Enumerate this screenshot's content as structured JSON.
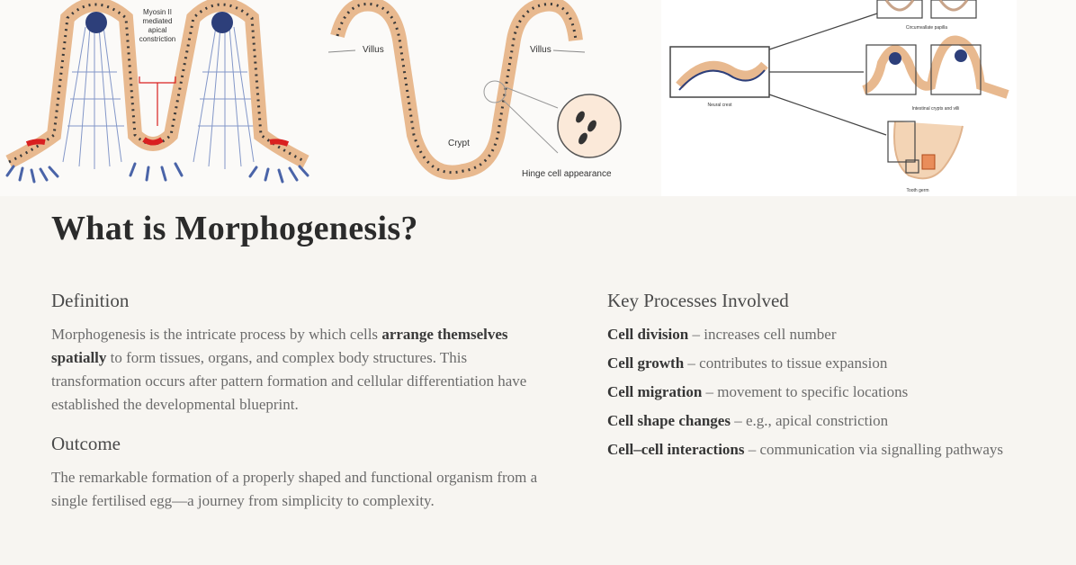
{
  "figures": {
    "fig1": {
      "label_top": "Myosin II",
      "label_mid": "mediated",
      "label_l3": "apical",
      "label_l4": "constriction"
    },
    "fig2": {
      "villus_left": "Villus",
      "villus_right": "Villus",
      "crypt": "Crypt",
      "hinge": "Hinge cell appearance"
    },
    "fig3": {
      "caption_top": "Circumvallate papilla",
      "caption_left": "Neural crest",
      "caption_mid": "Intestinal crypts and villi",
      "caption_bottom": "Tooth germ"
    }
  },
  "page": {
    "title": "What is Morphogenesis?"
  },
  "definition": {
    "heading": "Definition",
    "text_before": "Morphogenesis is the intricate process by which cells ",
    "emphasis": "arrange themselves spatially",
    "text_after": " to form tissues, organs, and complex body structures. This transformation occurs after pattern formation and cellular differentiation have established the developmental blueprint."
  },
  "outcome": {
    "heading": "Outcome",
    "text": "The remarkable formation of a properly shaped and functional organism from a single fertilised egg—a journey from simplicity to complexity."
  },
  "processes": {
    "heading": "Key Processes Involved",
    "items": [
      {
        "term": "Cell division",
        "desc": " – increases cell number"
      },
      {
        "term": "Cell growth",
        "desc": " – contributes to tissue expansion"
      },
      {
        "term": "Cell migration",
        "desc": " – movement to specific locations"
      },
      {
        "term": "Cell shape changes",
        "desc": " – e.g., apical constriction"
      },
      {
        "term": "Cell–cell interactions",
        "desc": " – communication via signalling pathways"
      }
    ]
  },
  "colors": {
    "epithelium": "#e8b98f",
    "nuclei": "#3a3a3a",
    "mesenchyme": "#4a64a8",
    "constriction": "#d92020"
  }
}
